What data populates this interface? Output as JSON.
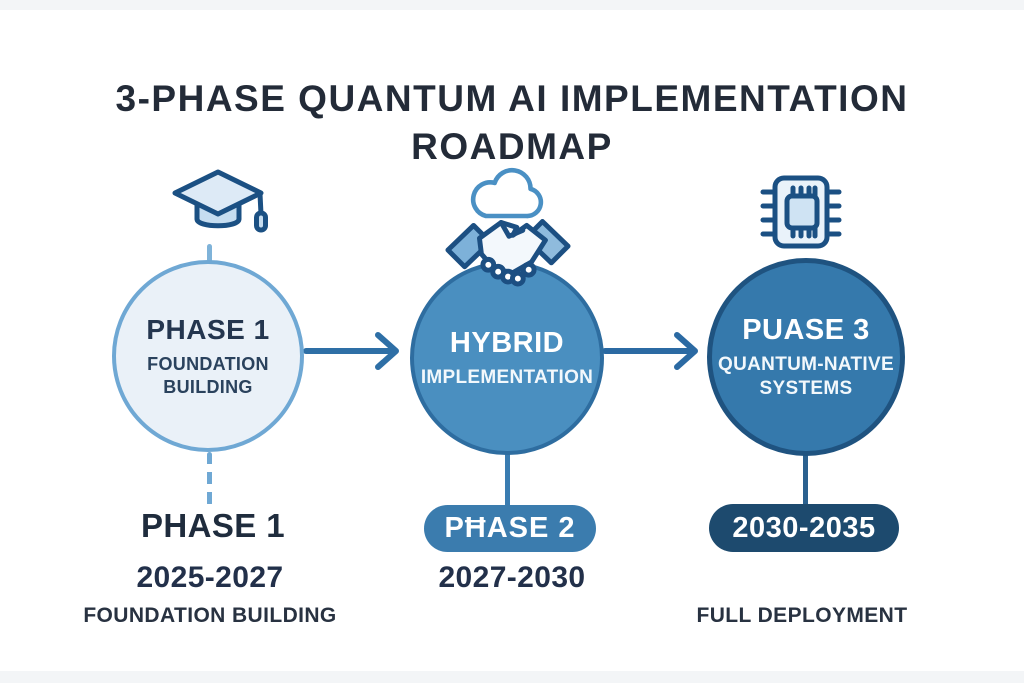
{
  "title": {
    "line1": "3-PHASE QUANTUM AI IMPLEMENTATION",
    "line2": "ROADMAP"
  },
  "phases": [
    {
      "name": "Phase 1",
      "icon": "graduation-cap-icon",
      "circle_title": "PHASE 1",
      "circle_subtitle": "FOUNDATION BUILDING",
      "below": {
        "heading": "PHASE 1",
        "years": "2025-2027",
        "caption": "FOUNDATION BUILDING"
      }
    },
    {
      "name": "Phase 2",
      "icon": "cloud-handshake-icon",
      "circle_title": "HYBRID",
      "circle_subtitle": "IMPLEMENTATION",
      "below": {
        "pill": "PĦASE 2",
        "years": "2027-2030"
      }
    },
    {
      "name": "Phase 3",
      "icon": "quantum-chip-icon",
      "circle_title": "PUASE 3",
      "circle_subtitle": "QUANTUM-NATIVE SYSTEMS",
      "below": {
        "pill": "2030-2035",
        "caption": "FULL DEPLOYMENT"
      }
    }
  ],
  "colors": {
    "title_text": "#232b38",
    "dark_text": "#22304a",
    "circle1_fill": "#eaf1f8",
    "circle1_border": "#6fa8d4",
    "circle2_fill": "#4a8fc0",
    "circle2_border": "#2e6da0",
    "circle3_fill": "#3579ac",
    "circle3_border": "#1f5380",
    "arrow": "#2e6fa6",
    "pill_phase2_fill": "#3b7cae",
    "pill_years_fill": "#1d4a6e",
    "icon_stroke": "#1b5083",
    "white_text": "#ffffff"
  }
}
